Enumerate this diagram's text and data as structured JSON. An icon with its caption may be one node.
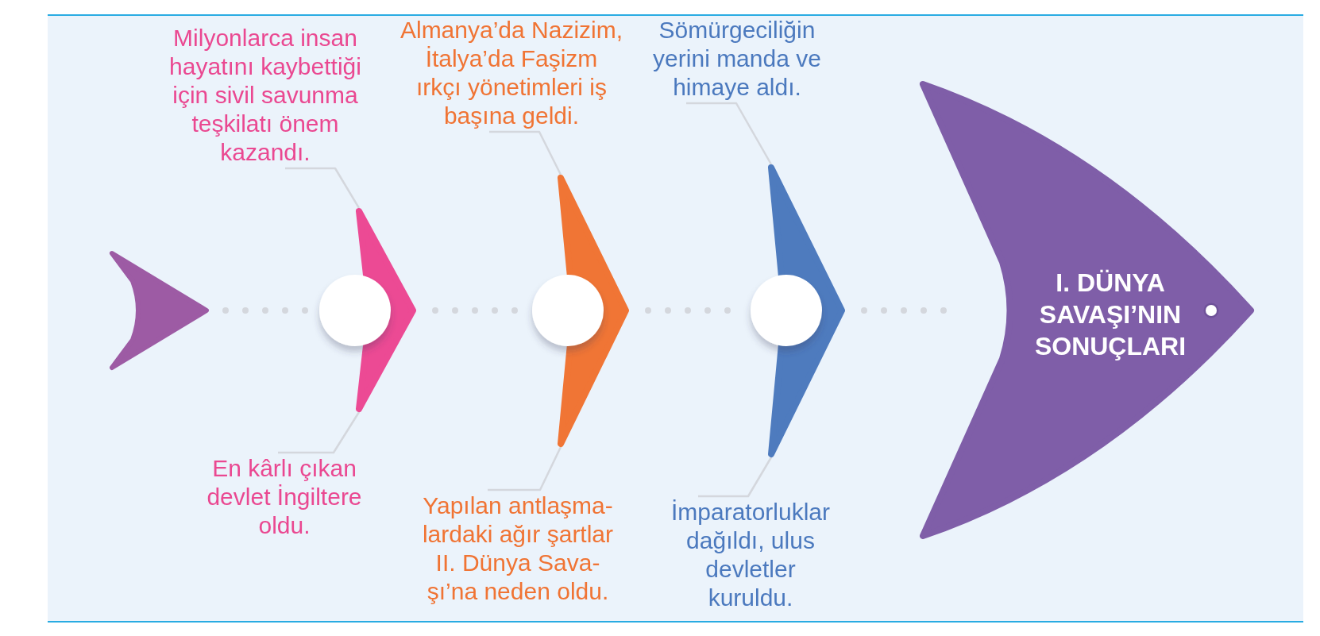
{
  "diagram": {
    "nodes": [
      {
        "text": [
          "Milyonlarca insan hayatını kaybettiği için sivil savunma teşkilatı önem kazandı."
        ]
      },
      {
        "text": [
          "Almanya’da Nazizim, İtalya’da Faşizm ırkçı yönetimleri iş başına geldi."
        ]
      },
      {
        "text": [
          "Sömürgeciliğin yerini manda ve himaye aldı."
        ]
      },
      {
        "text": [],
        "shape": "chevron"
      },
      {
        "text": [],
        "shape": "chevron"
      },
      {
        "text": [],
        "shape": "chevron"
      },
      {
        "text": [],
        "shape": "chevron"
      },
      {
        "text": [
          "I. DÜNYA SAVAŞI’NIN SONUÇLARI"
        ]
      },
      {
        "text": [
          "En kârlı çıkan devlet İngiltere oldu."
        ]
      },
      {
        "text": [
          "Yapılan antlaşma- lardaki ağır şartlar II. Dünya Sava- şı’na neden oldu."
        ]
      },
      {
        "text": [
          "İmparatorluklar dağıldı, ulus devletler kuruldu."
        ]
      }
    ],
    "edges": [
      {
        "from": 3,
        "to": 4,
        "arrow": "none",
        "style": "dashed"
      },
      {
        "from": 4,
        "to": 5,
        "arrow": "none",
        "style": "dashed"
      },
      {
        "from": 5,
        "to": 6,
        "arrow": "none",
        "style": "dashed"
      },
      {
        "from": 6,
        "to": 7,
        "arrow": "none",
        "style": "dashed"
      },
      {
        "from": 0,
        "to": 4,
        "arrow": "none"
      },
      {
        "from": 1,
        "to": 5,
        "arrow": "none"
      },
      {
        "from": 2,
        "to": 6,
        "arrow": "none"
      },
      {
        "from": 8,
        "to": 4,
        "arrow": "none"
      },
      {
        "from": 9,
        "to": 5,
        "arrow": "none"
      },
      {
        "from": 10,
        "to": 6,
        "arrow": "none"
      }
    ]
  }
}
